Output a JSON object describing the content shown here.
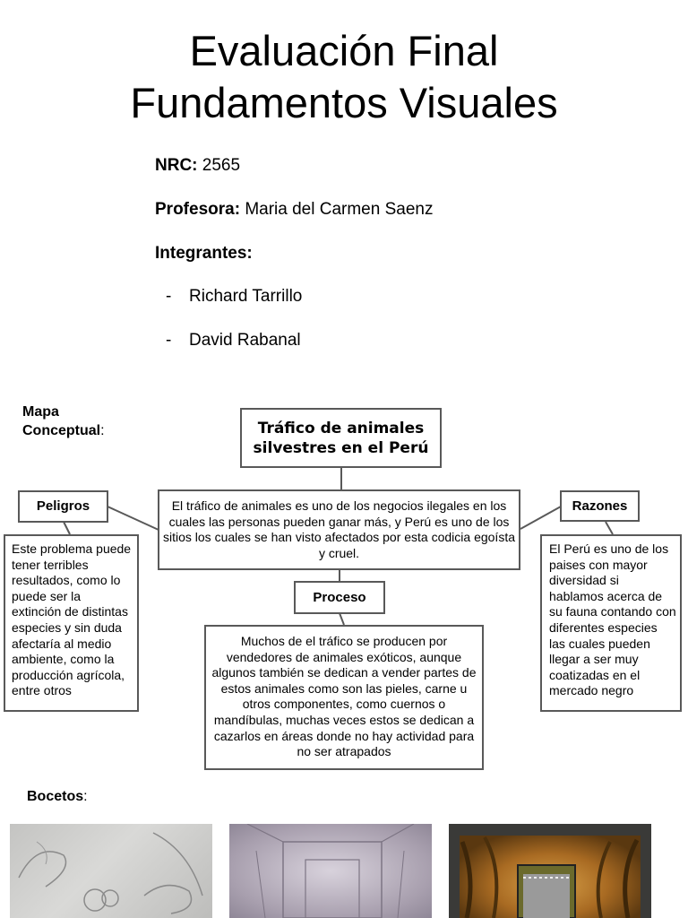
{
  "title": {
    "line1": "Evaluación Final",
    "line2": "Fundamentos Visuales"
  },
  "info": {
    "nrc_label": "NRC:",
    "nrc_value": "2565",
    "profesora_label": "Profesora:",
    "profesora_value": "Maria del Carmen Saenz",
    "integrantes_label": "Integrantes:",
    "members": [
      {
        "dash": "-",
        "name": "Richard Tarrillo"
      },
      {
        "dash": "-",
        "name": "David Rabanal"
      }
    ]
  },
  "mapa": {
    "label_line1": "Mapa",
    "label_line2": "Conceptual",
    "label_colon": ":",
    "main_title_line1": "Tráfico de animales",
    "main_title_line2": "silvestres en el Perú",
    "central_text": "El tráfico de animales es uno de los negocios ilegales en los cuales las personas pueden ganar más, y Perú es uno de los sitios los cuales se han visto afectados por esta codicia egoísta y cruel.",
    "peligros": {
      "heading": "Peligros",
      "text": "Este problema puede tener terribles resultados, como lo puede ser la extinción de distintas especies y sin duda afectaría al medio ambiente, como la producción agrícola, entre otros"
    },
    "razones": {
      "heading": "Razones",
      "text": "El Perú es uno de los paises con mayor diversidad si hablamos acerca de su fauna contando con diferentes especies las cuales pueden llegar a ser muy coatizadas en el mercado negro"
    },
    "proceso": {
      "heading": "Proceso",
      "text": "Muchos de el tráfico se producen por vendedores de animales exóticos, aunque algunos también se dedican a vender partes de estos animales como son las pieles, carne u otros componentes, como cuernos o mandíbulas, muchas veces estos se dedican a cazarlos en áreas donde no hay actividad para no ser atrapados"
    }
  },
  "bocetos": {
    "label": "Bocetos",
    "colon": ":"
  }
}
